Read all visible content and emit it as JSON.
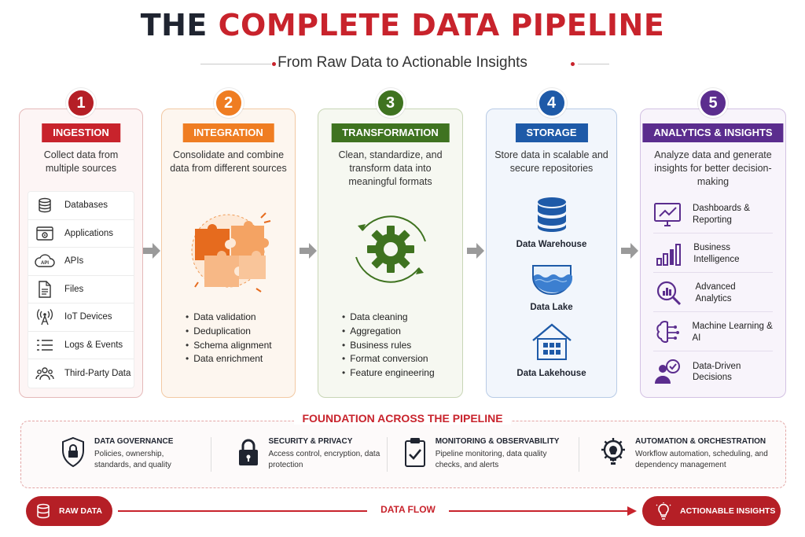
{
  "header": {
    "title_prefix": "THE ",
    "title_accent": "COMPLETE DATA PIPELINE",
    "subtitle": "From Raw Data to Actionable Insights"
  },
  "stages": [
    {
      "number": "1",
      "label": "INGESTION",
      "color": "#c8232c",
      "description": "Collect data from multiple sources",
      "sources": [
        "Databases",
        "Applications",
        "APIs",
        "Files",
        "IoT Devices",
        "Logs & Events",
        "Third-Party Data"
      ]
    },
    {
      "number": "2",
      "label": "INTEGRATION",
      "color": "#ef7d22",
      "description": "Consolidate and combine data from different sources",
      "bullets": [
        "Data validation",
        "Deduplication",
        "Schema alignment",
        "Data enrichment"
      ]
    },
    {
      "number": "3",
      "label": "TRANSFORMATION",
      "color": "#3f7320",
      "description": "Clean, standardize, and transform data into meaningful formats",
      "bullets": [
        "Data cleaning",
        "Aggregation",
        "Business rules",
        "Format conversion",
        "Feature engineering"
      ]
    },
    {
      "number": "4",
      "label": "STORAGE",
      "color": "#1e5aa8",
      "description": "Store data in scalable and secure repositories",
      "stores": [
        "Data Warehouse",
        "Data Lake",
        "Data Lakehouse"
      ]
    },
    {
      "number": "5",
      "label": "ANALYTICS & INSIGHTS",
      "color": "#5b2d8e",
      "description": "Analyze data and generate insights for better decision-making",
      "items": [
        "Dashboards & Reporting",
        "Business Intelligence",
        "Advanced Analytics",
        "Machine Learning & AI",
        "Data-Driven Decisions"
      ]
    }
  ],
  "foundation": {
    "title": "FOUNDATION ACROSS THE PIPELINE",
    "items": [
      {
        "title": "DATA GOVERNANCE",
        "desc": "Policies, ownership, standards, and quality",
        "icon": "shield-lock-icon"
      },
      {
        "title": "SECURITY & PRIVACY",
        "desc": "Access control, encryption, data protection",
        "icon": "padlock-icon"
      },
      {
        "title": "MONITORING & OBSERVABILITY",
        "desc": "Pipeline monitoring, data quality checks, and alerts",
        "icon": "clipboard-check-icon"
      },
      {
        "title": "AUTOMATION & ORCHESTRATION",
        "desc": "Workflow automation, scheduling, and dependency management",
        "icon": "gear-lightbulb-icon"
      }
    ]
  },
  "flow": {
    "start": "RAW DATA",
    "label": "DATA FLOW",
    "end": "ACTIONABLE INSIGHTS"
  },
  "colors": {
    "accent": "#c8232c",
    "dark": "#1f2430"
  }
}
